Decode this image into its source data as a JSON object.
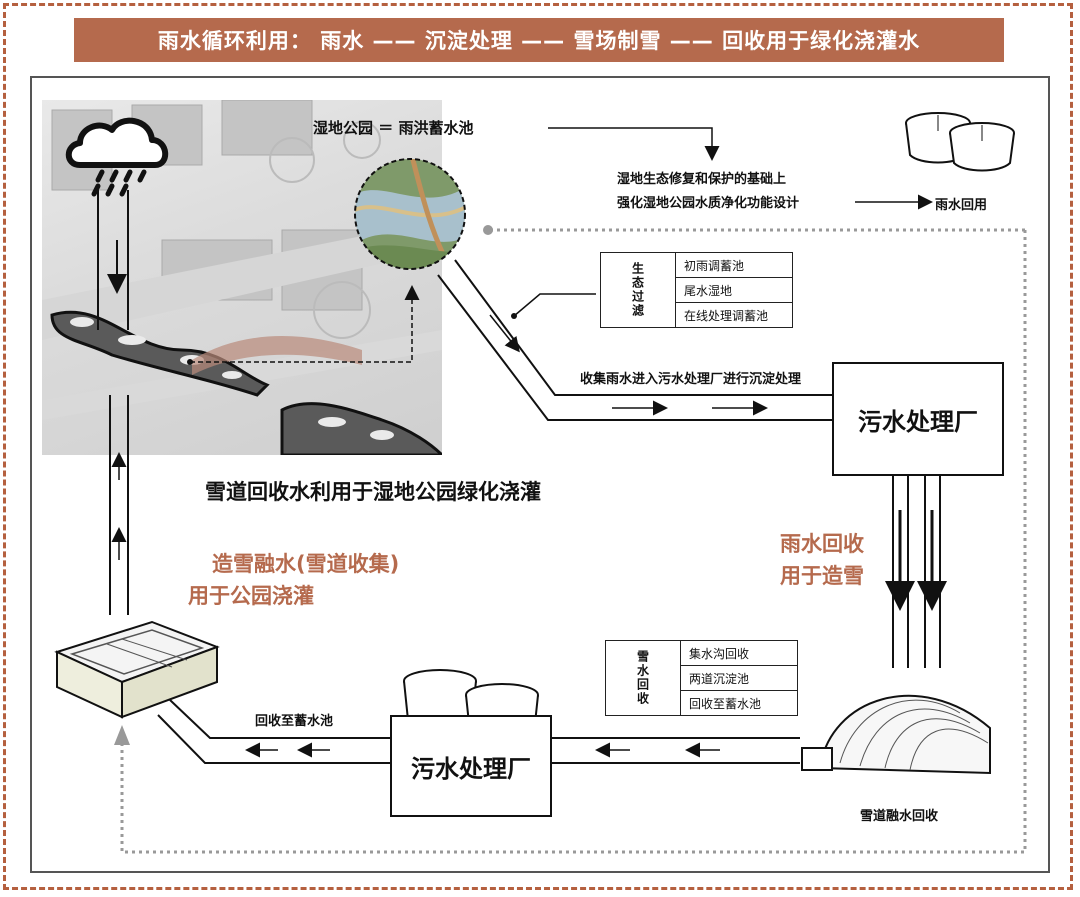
{
  "title": "雨水循环利用：  雨水 —— 沉淀处理 —— 雪场制雪 —— 回收用于绿化浇灌水",
  "top_center": {
    "wetland_eq": "湿地公园 ＝ 雨洪蓄水池",
    "design_line1": "湿地生态修复和保护的基础上",
    "design_line2": "强化湿地公园水质净化功能设计"
  },
  "rain_reuse": "雨水回用",
  "eco_filter": {
    "head": "生态过滤",
    "items": [
      "初雨调蓄池",
      "尾水湿地",
      "在线处理调蓄池"
    ]
  },
  "collect_text": "收集雨水进入污水处理厂进行沉淀处理",
  "plant_upper": "污水处理厂",
  "snow_reuse_caption": "雪道回收水利用于湿地公园绿化浇灌",
  "meltwater_text": {
    "line1": "造雪融水(雪道收集)",
    "line2": "用于公园浇灌"
  },
  "rain_recycle": {
    "line1": "雨水回收",
    "line2": "用于造雪"
  },
  "snow_recycle": {
    "head": "雪水回收",
    "items": [
      "集水沟回收",
      "两道沉淀池",
      "回收至蓄水池"
    ]
  },
  "to_reservoir": "回收至蓄水池",
  "plant_lower": "污水处理厂",
  "snow_melt_label": "雪道融水回收",
  "colors": {
    "accent": "#b56a4d",
    "dotted": "#999999",
    "line": "#111111"
  },
  "icons": [
    "rain-cloud-icon",
    "settling-tank-icon",
    "reservoir-icon",
    "snow-dome-icon"
  ]
}
